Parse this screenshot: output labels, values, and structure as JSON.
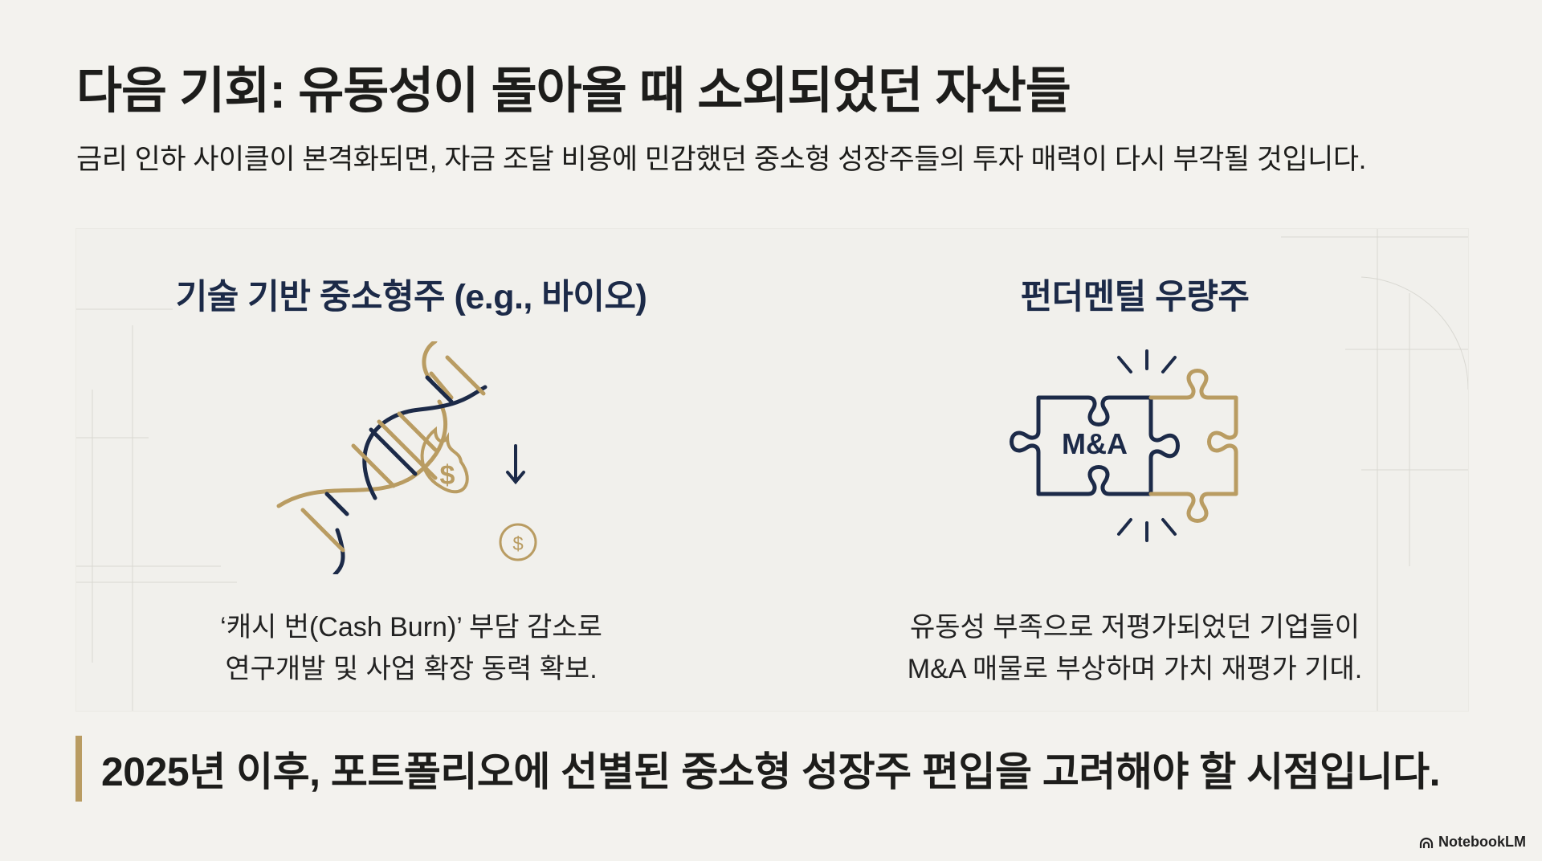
{
  "header": {
    "title": "다음 기회: 유동성이 돌아올 때 소외되었던 자산들",
    "subtitle": "금리 인하 사이클이 본격화되면, 자금 조달 비용에 민감했던 중소형 성장주들의 투자 매력이 다시 부각될 것입니다."
  },
  "columns": [
    {
      "heading": "기술 기반 중소형주 (e.g., 바이오)",
      "icon": "dna-cash-burn-icon",
      "caption_lines": [
        "‘캐시 번(Cash Burn)’ 부담 감소로",
        "연구개발 및 사업 확장 동력 확보."
      ]
    },
    {
      "heading": "펀더멘털 우량주",
      "icon": "puzzle-merger-icon",
      "icon_label": "M&A",
      "caption_lines": [
        "유동성 부족으로 저평가되었던 기업들이",
        "M&A 매물로 부상하며 가치 재평가 기대."
      ]
    }
  ],
  "callout": "2025년 이후, 포트폴리오에 선별된 중소형 성장주 편입을 고려해야 할 시점입니다.",
  "brand": "NotebookLM",
  "colors": {
    "navy": "#1c2a48",
    "gold": "#b99c62",
    "background": "#f3f2ee"
  }
}
